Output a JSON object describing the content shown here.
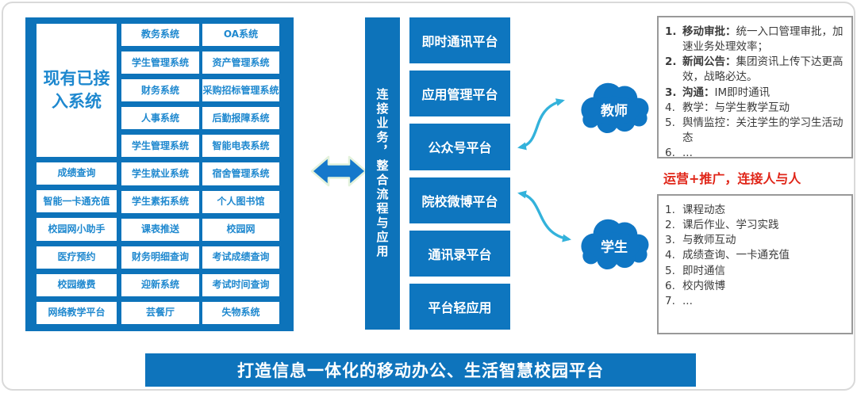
{
  "colors": {
    "panel_blue": "#0d73ba",
    "platform_blue": "#0e76bf",
    "cell_text_blue": "#1e88cf",
    "cloud_blue": "#0f76c4",
    "flow_arrow_cyan": "#33b2db",
    "double_arrow_blue": "#1578cb",
    "double_arrow_glow": "#e4f2dc",
    "red_accent": "#e02518",
    "box_border_grey": "#999999"
  },
  "left_panel": {
    "title_line1": "现有已接",
    "title_line2": "入系统",
    "col1": [
      "成绩查询",
      "智能一卡通充值",
      "校园网小助手",
      "医疗预约",
      "校园缴费",
      "网络教学平台"
    ],
    "col2": [
      "教务系统",
      "学生管理系统",
      "财务系统",
      "人事系统",
      "学生管理系统",
      "学生就业系统",
      "学生素拓系统",
      "课表推送",
      "财务明细查询",
      "迎新系统",
      "芸餐厅"
    ],
    "col3": [
      "OA系统",
      "资产管理系统",
      "采购招标管理系统",
      "后勤报障系统",
      "智能电表系统",
      "宿舍管理系统",
      "个人图书馆",
      "校园网",
      "考试成绩查询",
      "考试时间查询",
      "失物系统"
    ]
  },
  "connector": {
    "text": "连接业务，整合流程与应用"
  },
  "platforms": [
    "即时通讯平台",
    "应用管理平台",
    "公众号平台",
    "院校微博平台",
    "通讯录平台",
    "平台轻应用"
  ],
  "clouds": {
    "teacher": "教师",
    "student": "学生"
  },
  "teacher_box": {
    "items": [
      {
        "num": "1.",
        "lead": "移动审批：",
        "rest": "统一入口管理审批，加速业务处理效率；",
        "bold": true
      },
      {
        "num": "2.",
        "lead": "新闻公告：",
        "rest": "集团资讯上传下达更高效，战略必达。",
        "bold": true
      },
      {
        "num": "3.",
        "lead": "沟通：",
        "rest": "IM即时通讯",
        "bold": true
      },
      {
        "num": "4.",
        "lead": "教学：",
        "rest": "与学生教学互动",
        "bold": false
      },
      {
        "num": "5.",
        "lead": "舆情监控：",
        "rest": "关注学生的学习生活动态",
        "bold": false
      },
      {
        "num": "6.",
        "lead": "",
        "rest": "...",
        "bold": false
      }
    ]
  },
  "promo": {
    "red_title": "运营+推广，连接人与人"
  },
  "student_box": {
    "items": [
      {
        "num": "1.",
        "text": "课程动态"
      },
      {
        "num": "2.",
        "text": "课后作业、学习实践"
      },
      {
        "num": "3.",
        "text": "与教师互动"
      },
      {
        "num": "4.",
        "text": "成绩查询、一卡通充值"
      },
      {
        "num": "5.",
        "text": "即时通信"
      },
      {
        "num": "6.",
        "text": "校内微博"
      },
      {
        "num": "7.",
        "text": "..."
      }
    ]
  },
  "banner": {
    "text": "打造信息一体化的移动办公、生活智慧校园平台"
  }
}
